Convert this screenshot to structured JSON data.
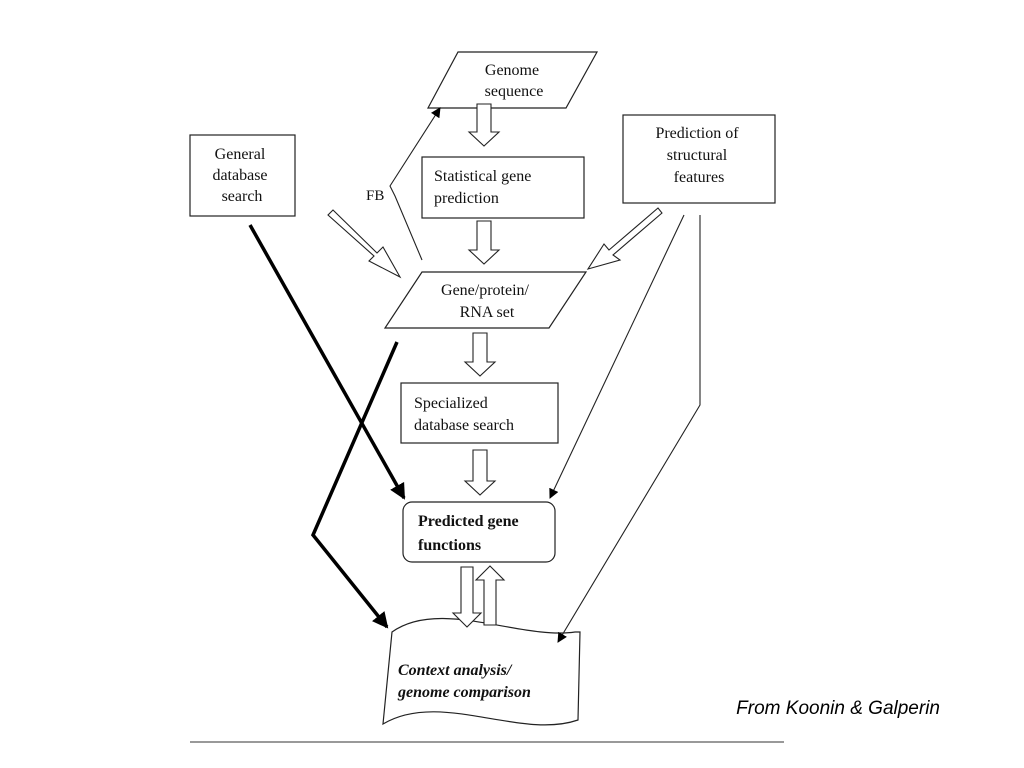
{
  "nodes": {
    "genome_sequence": [
      "Genome",
      "sequence"
    ],
    "general_db_search": [
      "General",
      "database",
      "search"
    ],
    "statistical_prediction": [
      "Statistical gene",
      "prediction"
    ],
    "structural_features": [
      "Prediction of",
      "structural",
      "features"
    ],
    "gene_protein_rna": [
      "Gene/protein/",
      "RNA set"
    ],
    "specialized_db_search": [
      "Specialized",
      "database search"
    ],
    "predicted_functions": [
      "Predicted gene",
      "functions"
    ],
    "context_analysis": [
      "Context analysis/",
      "genome comparison"
    ]
  },
  "fb_label": "FB",
  "credit": "From Koonin & Galperin"
}
